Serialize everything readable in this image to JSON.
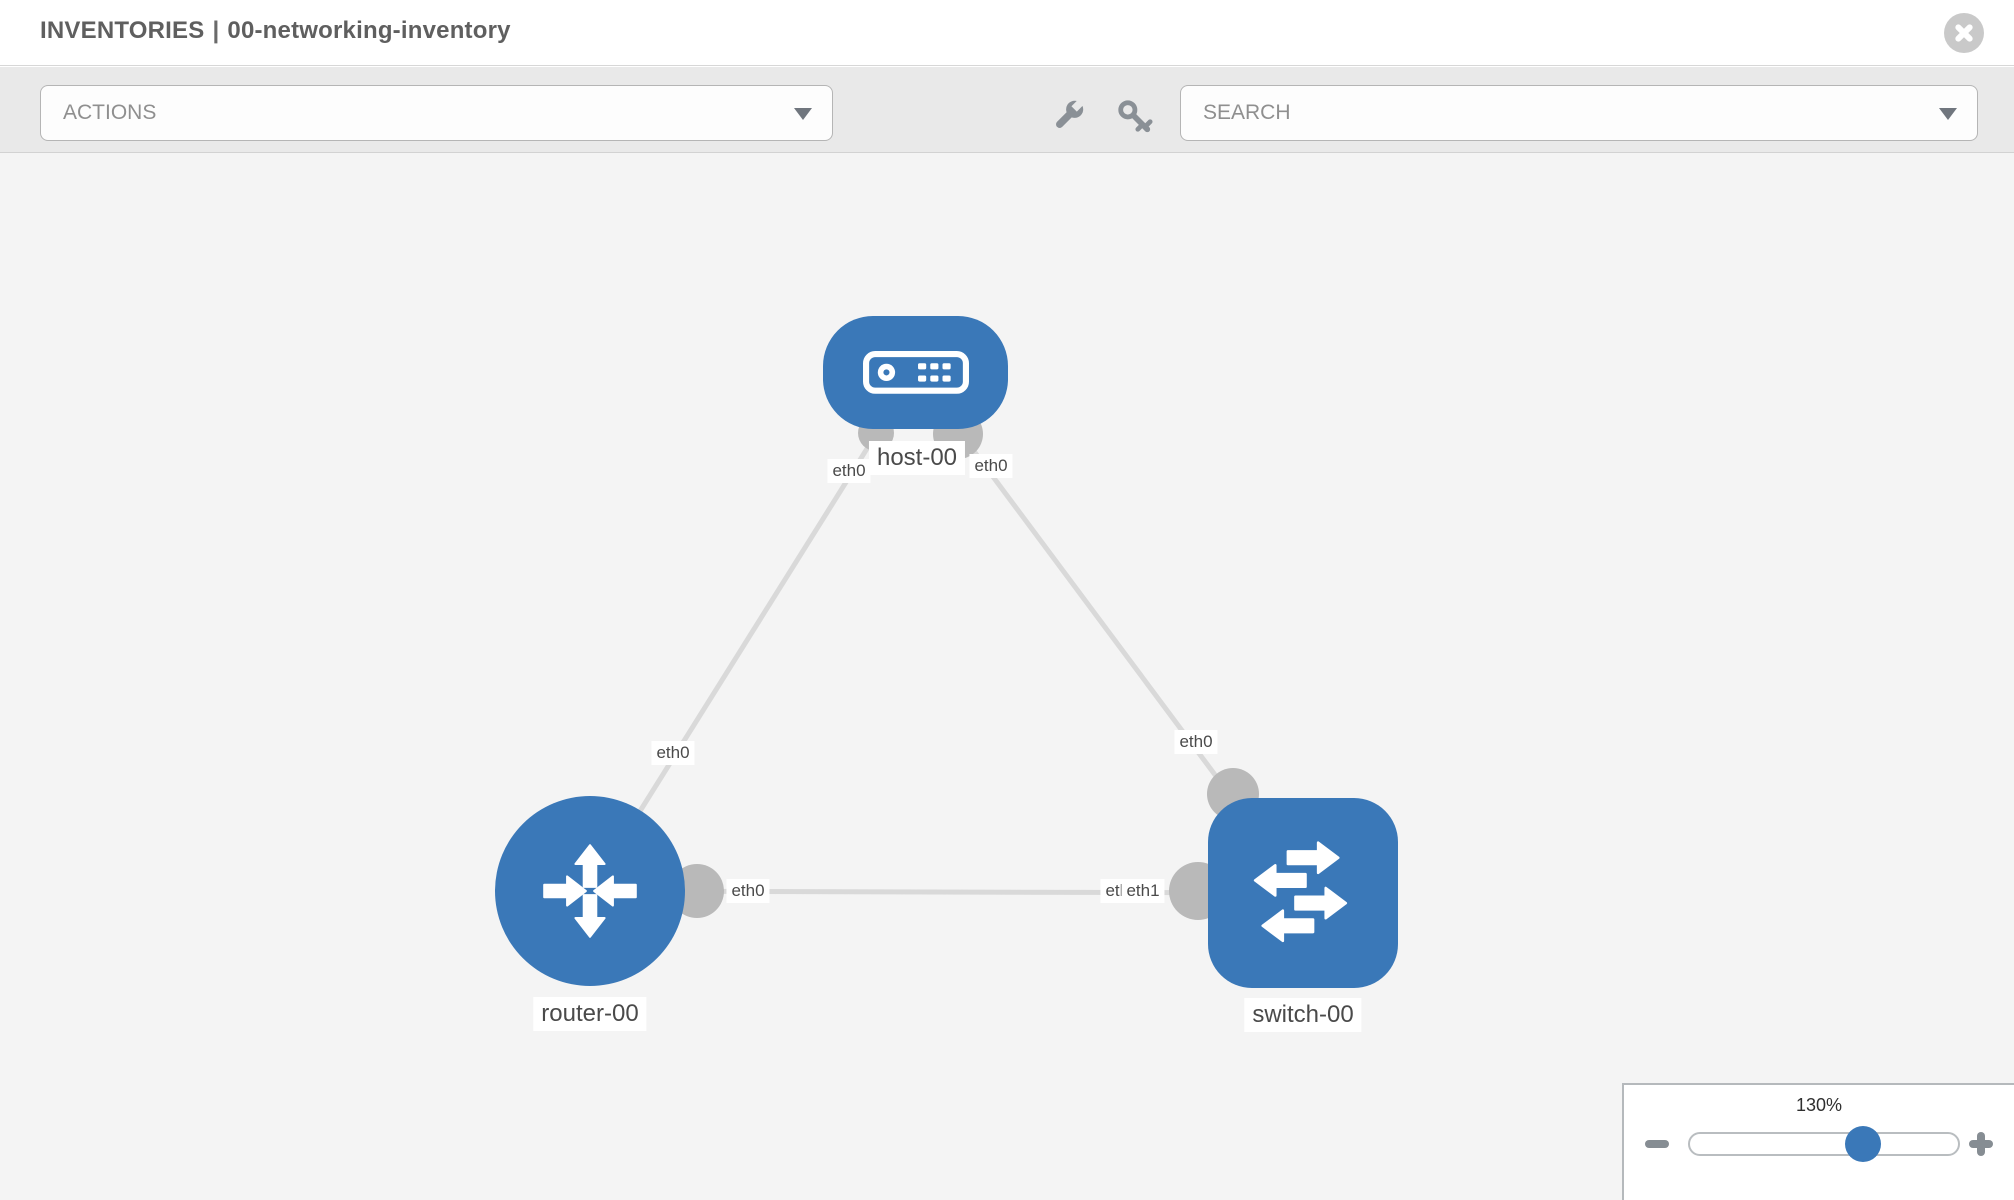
{
  "header": {
    "breadcrumb": "INVENTORIES",
    "separator": "|",
    "inventory_name": "00-networking-inventory"
  },
  "toolbar": {
    "actions_label": "ACTIONS",
    "search_label": "SEARCH",
    "icons": [
      "wrench-icon",
      "key-icon"
    ]
  },
  "canvas": {
    "nodes": {
      "host": {
        "label": "host-00",
        "type": "host"
      },
      "router": {
        "label": "router-00",
        "type": "router"
      },
      "switch": {
        "label": "switch-00",
        "type": "switch"
      }
    },
    "interfaces": {
      "host_to_router": "eth0",
      "host_to_switch": "eth0",
      "router_to_host": "eth0",
      "switch_to_host": "eth0",
      "router_to_switch": "eth0",
      "switch_to_router_under": "eth0",
      "switch_to_router_over": "eth1"
    },
    "links": [
      {
        "from": "host-00",
        "to": "router-00"
      },
      {
        "from": "host-00",
        "to": "switch-00"
      },
      {
        "from": "router-00",
        "to": "switch-00"
      }
    ]
  },
  "zoom": {
    "level": "130%"
  },
  "colors": {
    "node_blue": "#3a78b8",
    "link_gray": "#d9d9d9",
    "connector_gray": "#b9b9b9",
    "toolbar_bg": "#e9e9e9",
    "canvas_bg": "#f4f4f4"
  }
}
